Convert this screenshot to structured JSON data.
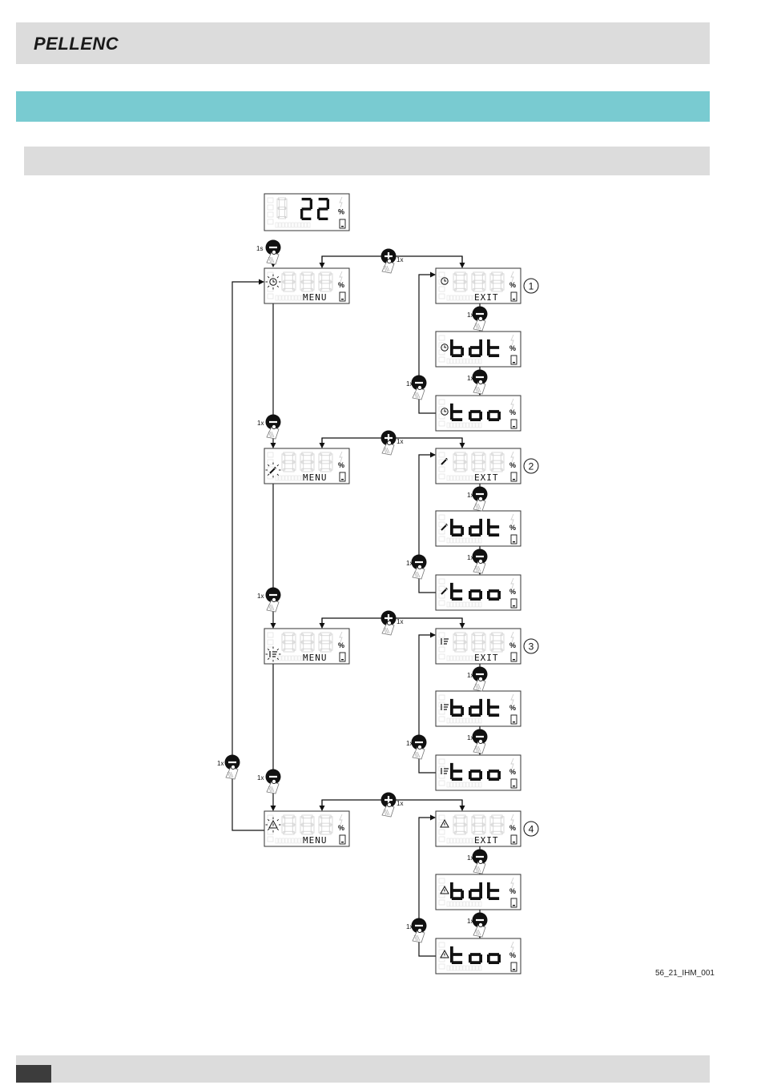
{
  "header": {
    "logo_text": "PELLENC"
  },
  "figure_ref": "56_21_IHM_001",
  "colors": {
    "header_gray": "#dcdcdc",
    "band_teal": "#79cbd1",
    "footer_dark": "#3c3c3c",
    "ink": "#111111"
  },
  "main_display": {
    "value": "22",
    "unit": "%"
  },
  "press_labels": {
    "long": "1s",
    "short": "1x"
  },
  "button_icons": {
    "minus": "minus-button-icon",
    "plus": "plus-button-icon"
  },
  "menus": [
    {
      "icon": "clock-icon",
      "menu_label": "MENU",
      "exit_label": "EXIT",
      "item_1": "bdt",
      "item_2": "too",
      "number": "1"
    },
    {
      "icon": "wrench-icon",
      "menu_label": "MENU",
      "exit_label": "EXIT",
      "item_1": "bdt",
      "item_2": "too",
      "number": "2"
    },
    {
      "icon": "list-icon",
      "menu_label": "MENU",
      "exit_label": "EXIT",
      "item_1": "bdt",
      "item_2": "too",
      "number": "3"
    },
    {
      "icon": "warning-icon",
      "menu_label": "MENU",
      "exit_label": "EXIT",
      "item_1": "bdt",
      "item_2": "too",
      "number": "4"
    }
  ]
}
